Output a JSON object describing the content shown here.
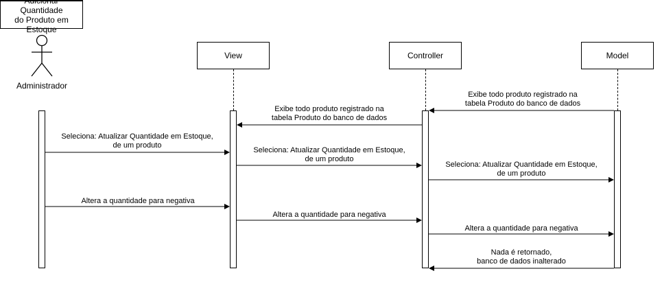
{
  "title_box": {
    "text": "Adicionar Quantidade\ndo Produto em\nEstoque"
  },
  "actor": {
    "label": "Administrador"
  },
  "lifelines": [
    {
      "label": "View"
    },
    {
      "label": "Controller"
    },
    {
      "label": "Model"
    }
  ],
  "messages": [
    {
      "text": "Exibe todo produto registrado na\ntabela Produto do banco de dados"
    },
    {
      "text": "Exibe todo produto registrado na\ntabela Produto do banco de dados"
    },
    {
      "text": "Seleciona: Atualizar Quantidade em Estoque,\nde um produto"
    },
    {
      "text": "Seleciona: Atualizar Quantidade em Estoque,\nde um produto"
    },
    {
      "text": "Seleciona: Atualizar Quantidade em Estoque,\nde um produto"
    },
    {
      "text": "Altera a quantidade  para negativa"
    },
    {
      "text": "Altera a quantidade  para negativa"
    },
    {
      "text": "Altera a quantidade  para negativa"
    },
    {
      "text": "Nada é retornado,\nbanco de dados inalterado"
    }
  ]
}
